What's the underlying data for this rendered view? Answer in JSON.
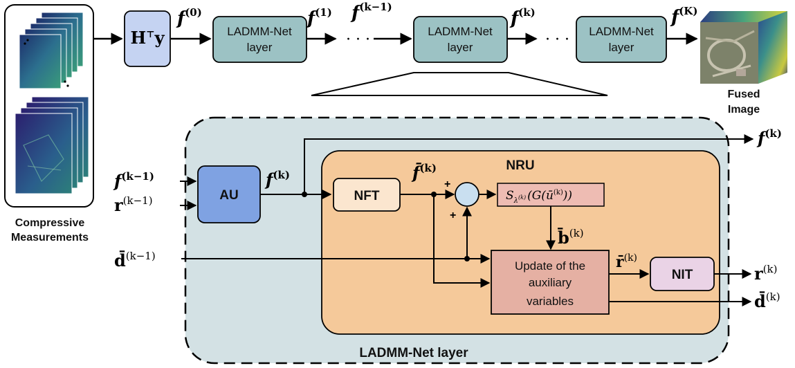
{
  "input": {
    "label_line1": "Compressive",
    "label_line2": "Measurements"
  },
  "pipeline": {
    "init_op": "H",
    "init_op_sup": "⊤",
    "init_op_tail": "y",
    "layer_label_line1": "LADMM-Net",
    "layer_label_line2": "layer",
    "ellipsis": "· · ·",
    "f_symbol": "f",
    "f0_sup": "(0)",
    "f1_sup": "(1)",
    "fkm1_sup": "(k−1)",
    "fk_sup": "(k)",
    "fK_sup": "(K)"
  },
  "output": {
    "label_line1": "Fused",
    "label_line2": "Image"
  },
  "detail": {
    "title": "LADMM-Net layer",
    "nru_title": "NRU",
    "au_label": "AU",
    "nft_label": "NFT",
    "nit_label": "NIT",
    "update_line1": "Update of the",
    "update_line2": "auxiliary",
    "update_line3": "variables",
    "shrink_S": "S",
    "shrink_sub": "λ",
    "shrink_sub_sup": "(k)",
    "shrink_body": "(G(ū",
    "shrink_sup": "(k)",
    "shrink_close": "))",
    "plus": "+",
    "in_f": "f",
    "in_f_sup": "(k−1)",
    "in_r": "r",
    "in_r_sup": "(k−1)",
    "in_d": "d̄",
    "in_d_sup": "(k−1)",
    "au_out_f": "f",
    "au_out_sup": "(k)",
    "fbar": "f̄",
    "fbar_sup": "(k)",
    "bbar": "b̄",
    "bbar_sup": "(k)",
    "rbar": "r̄",
    "rbar_sup": "(k)",
    "out_f": "f",
    "out_f_sup": "(k)",
    "out_r": "r",
    "out_r_sup": "(k)",
    "out_d": "d̄",
    "out_d_sup": "(k)"
  },
  "colors": {
    "init_box": "#c5d3f2",
    "layer_box": "#9cc2c4",
    "detail_bg": "#d3e1e4",
    "nru_bg": "#f5c99a",
    "au_box": "#7fa2e2",
    "nft_box": "#fbe6cf",
    "shrink_box": "#eebcb3",
    "update_box": "#e5b0a3",
    "nit_box": "#ead3e6",
    "sum_node": "#c9dff0"
  }
}
